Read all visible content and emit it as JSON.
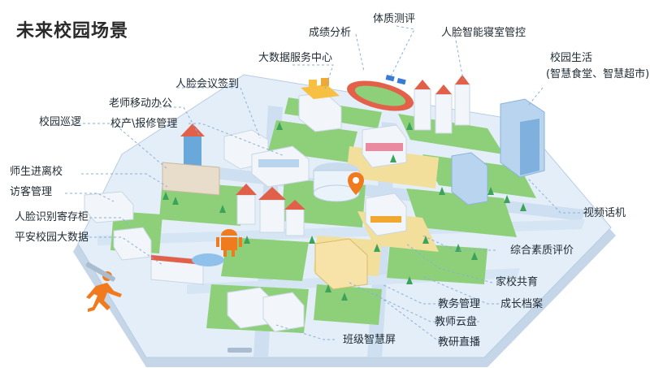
{
  "title": "未来校园场景",
  "labels": {
    "physical_test": "体质测评",
    "grade_analysis": "成绩分析",
    "face_dorm": "人脸智能寝室管控",
    "big_data": "大数据服务中心",
    "campus_life": "校园生活",
    "campus_life_sub": "(智慧食堂、智慧超市)",
    "face_meeting": "人脸会议签到",
    "teacher_mobile": "老师移动办公",
    "asset_repair": "校产\\报修管理",
    "campus_patrol": "校园巡逻",
    "student_access": "师生进离校",
    "visitor": "访客管理",
    "face_locker": "人脸识别寄存柜",
    "safe_campus": "平安校园大数据",
    "video_intercom": "视频话机",
    "quality_eval": "综合素质评价",
    "home_school": "家校共育",
    "growth_archive": "成长档案",
    "edu_affairs": "教务管理",
    "teacher_cloud": "教师云盘",
    "class_screen": "班级智慧屏",
    "teach_live": "教研直播"
  },
  "colors": {
    "platform": "#e3eef8",
    "road": "#c9dcee",
    "grass": "#8ed07a",
    "sand": "#f3df9c",
    "roof": "#e1604a",
    "building": "#f2f5f9",
    "glass": "#6aa8dc",
    "leader": "#8ab0d8",
    "runner": "#f07b1e"
  }
}
